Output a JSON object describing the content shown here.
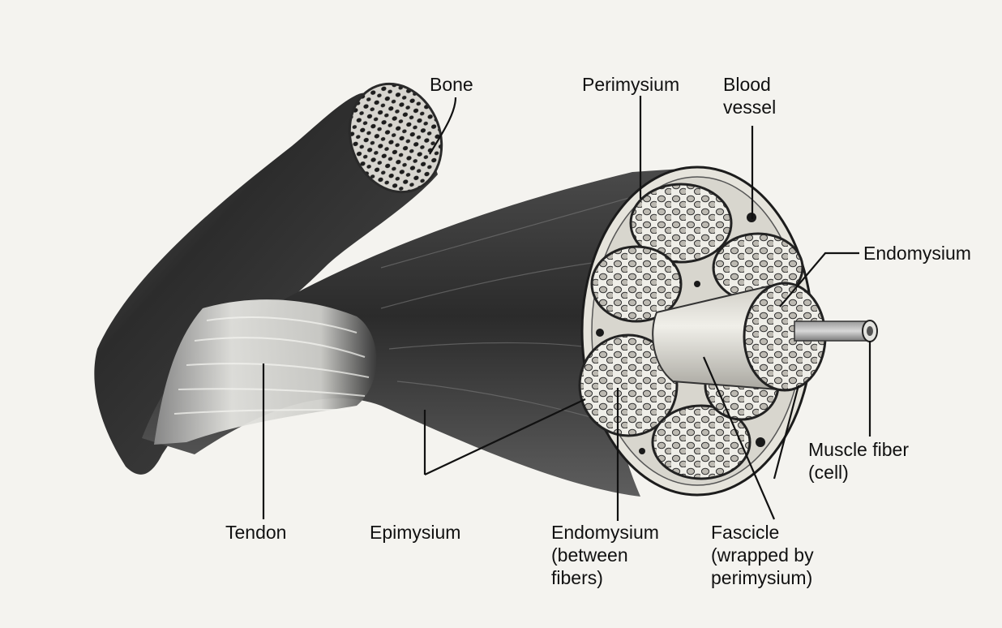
{
  "labels": {
    "bone": "Bone",
    "perimysium": "Perimysium",
    "blood_vessel": [
      "Blood",
      "vessel"
    ],
    "endomysium": "Endomysium",
    "muscle_fiber": [
      "Muscle fiber",
      "(cell)"
    ],
    "tendon": "Tendon",
    "epimysium": "Epimysium",
    "endomysium_between": [
      "Endomysium",
      "(between",
      "fibers)"
    ],
    "fascicle": [
      "Fascicle",
      "(wrapped by",
      "perimysium)"
    ]
  },
  "colors": {
    "background": "#f4f3ef",
    "muscle_dark": "#2a2a2a",
    "muscle_mid": "#5a5a5a",
    "tendon_light": "#d9d9d6",
    "sheath": "#e6e4dc",
    "fiber_fill": "#bdbab2",
    "ink": "#111111"
  }
}
